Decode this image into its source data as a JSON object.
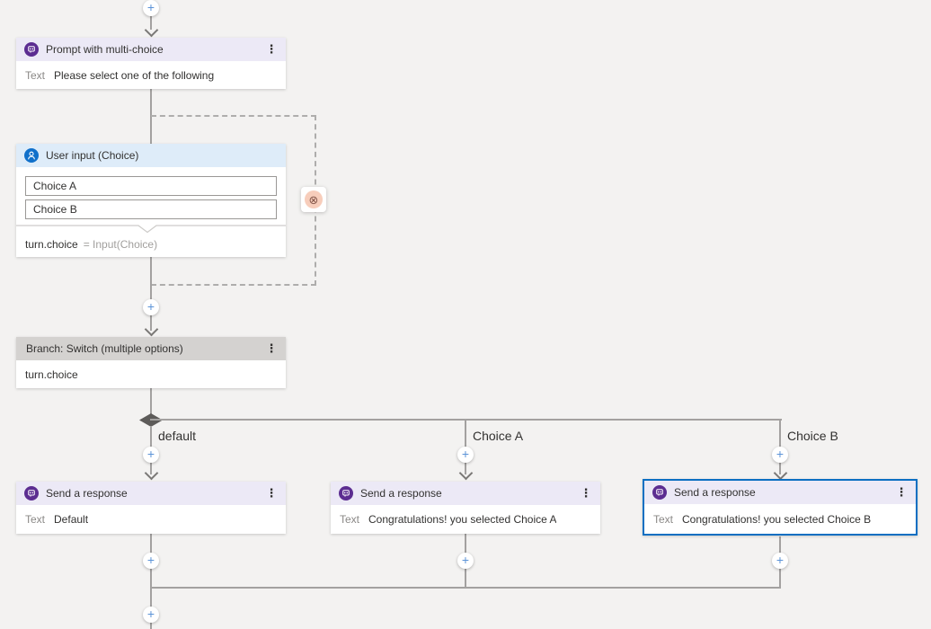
{
  "ui": {
    "plus": "+",
    "kebab": "⋮",
    "loop_glyph": "⊗"
  },
  "colors": {
    "canvas_bg": "#f3f2f1",
    "selection_blue": "#0b6fc2",
    "bot_icon_purple": "#5c2d91",
    "user_icon_blue": "#1070ca",
    "prompt_header_bg": "#ece9f6",
    "user_input_header_bg": "#deecf9",
    "branch_header_bg": "#d4d2d0",
    "connector_gray": "#a3a1a0",
    "loop_badge_peach": "#f7cdbb"
  },
  "flow": {
    "prompt": {
      "title": "Prompt with multi-choice",
      "field_label": "Text",
      "field_value": "Please select one of the following"
    },
    "user_input": {
      "title": "User input (Choice)",
      "choices": [
        "Choice A",
        "Choice B"
      ],
      "var": "turn.choice",
      "expr": "= Input(Choice)"
    },
    "branch": {
      "title": "Branch: Switch (multiple options)",
      "condition": "turn.choice",
      "cases": [
        "default",
        "Choice A",
        "Choice B"
      ]
    },
    "responses": [
      {
        "title": "Send a response",
        "field_label": "Text",
        "field_value": "Default"
      },
      {
        "title": "Send a response",
        "field_label": "Text",
        "field_value": "Congratulations! you selected Choice A"
      },
      {
        "title": "Send a response",
        "field_label": "Text",
        "field_value": "Congratulations! you selected Choice B"
      }
    ]
  }
}
